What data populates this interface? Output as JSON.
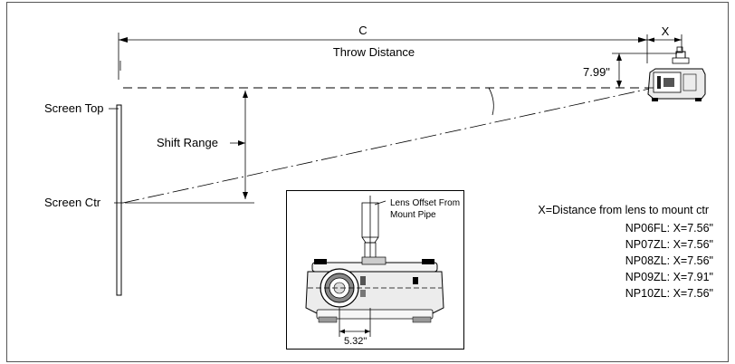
{
  "labels": {
    "c": "C",
    "x": "X",
    "throw_distance": "Throw Distance",
    "offset_top": "7.99\"",
    "screen_top": "Screen Top",
    "screen_ctr": "Screen Ctr",
    "shift_range": "Shift Range",
    "lens_offset_line1": "Lens Offset From",
    "lens_offset_line2": "Mount Pipe",
    "inset_offset": "5.32\"",
    "x_definition": "X=Distance from lens to mount ctr"
  },
  "models": [
    "NP06FL: X=7.56\"",
    "NP07ZL: X=7.56\"",
    "NP08ZL: X=7.56\"",
    "NP09ZL: X=7.91\"",
    "NP10ZL: X=7.56\""
  ],
  "colors": {
    "line": "#000000",
    "frame": "#555555",
    "projector_fill": "#e8e8e8"
  }
}
